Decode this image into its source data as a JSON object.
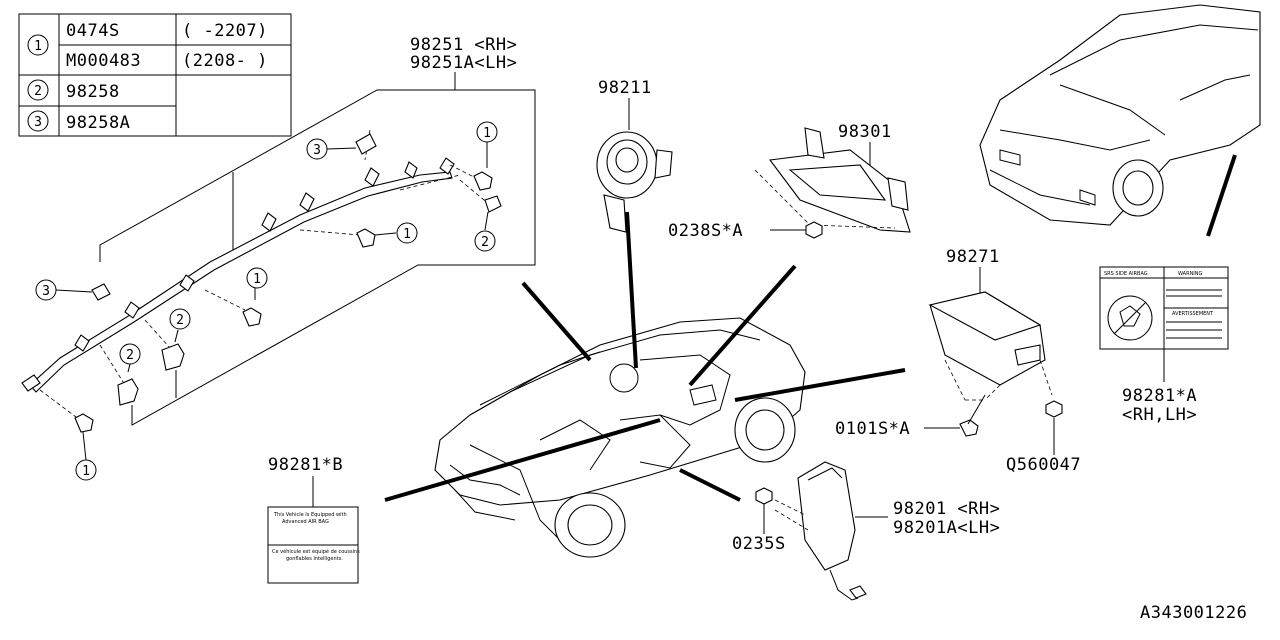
{
  "legend": {
    "rows": [
      {
        "key": "1",
        "part": "0474S",
        "range": "( -2207)"
      },
      {
        "key": "",
        "part": "M000483",
        "range": "(2208- )"
      },
      {
        "key": "2",
        "part": "98258",
        "range": ""
      },
      {
        "key": "3",
        "part": "98258A",
        "range": ""
      }
    ]
  },
  "labels": {
    "curtain_rh": "98251 <RH>",
    "curtain_lh": "98251A<LH>",
    "driver_module": "98211",
    "knee": "98301",
    "knee_nut": "0238S*A",
    "passenger": "98271",
    "passenger_bolt": "0101S*A",
    "passenger_nut": "Q560047",
    "label_a": "98281*A",
    "label_a_side": "<RH,LH>",
    "label_b": "98281*B",
    "side_rh": "98201 <RH>",
    "side_lh": "98201A<LH>",
    "side_nut": "0235S",
    "diagram_id": "A343001226"
  },
  "callouts": {
    "c1": "1",
    "c2": "2",
    "c3": "3"
  },
  "warning_label": {
    "srs": "SRS SIDE AIRBAG",
    "warning": "WARNING",
    "avert": "AVERTISSEMENT"
  },
  "label_b_text": {
    "line1": "This Vehicle Is Equipped with",
    "line2": "Advanced AIR BAG",
    "line3": "Ce véhicule est équipé de coussins",
    "line4": "gonflables intelligents."
  }
}
